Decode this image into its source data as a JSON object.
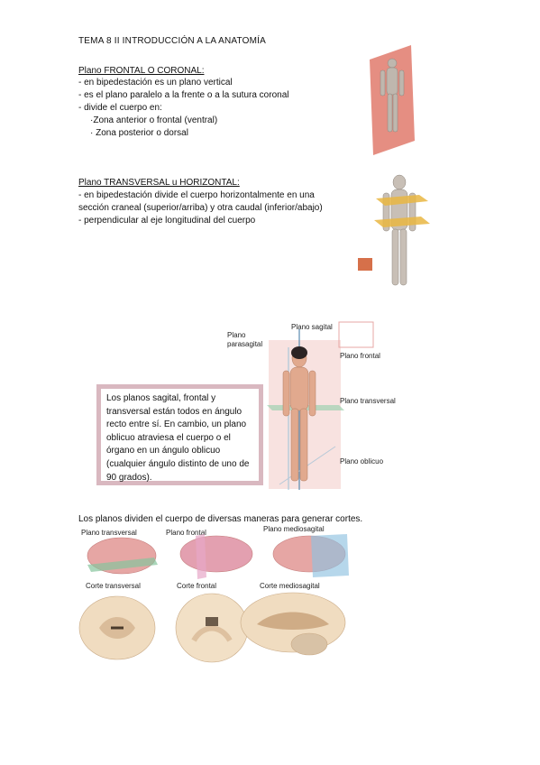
{
  "title": "TEMA 8 II INTRODUCCIÓN A LA ANATOMÍA",
  "frontal": {
    "heading": "Plano FRONTAL O CORONAL:",
    "lines": [
      "- en bipedestación es un plano vertical",
      "- es el plano paralelo a la frente  o a la sutura coronal",
      "- divide el cuerpo en:",
      "  ·Zona anterior o frontal (ventral)",
      "  · Zona posterior o dorsal"
    ]
  },
  "transversal": {
    "heading": "Plano TRANSVERSAL u HORIZONTAL:",
    "lines": [
      "- en bipedestación divide el cuerpo horizontalmente en una",
      "sección craneal (superior/arriba) y otra caudal (inferior/abajo)",
      "- perpendicular al eje longitudinal del cuerpo"
    ]
  },
  "planes_figure": {
    "labels": {
      "sagital": "Plano sagital",
      "parasagital": "Plano\nparasagital",
      "frontal": "Plano frontal",
      "transversal": "Plano transversal",
      "oblicuo": "Plano oblicuo"
    },
    "note": "Los planos sagital, frontal y transversal están todos en ángulo recto entre sí. En cambio, un plano oblicuo atraviesa  el cuerpo o el órgano en un ángulo oblicuo (cualquier ángulo distinto de uno de 90 grados)."
  },
  "cortes_caption": "Los planos dividen el cuerpo de diversas maneras para generar cortes.",
  "brain_labels": {
    "plano_transversal": "Plano transversal",
    "plano_frontal": "Plano frontal",
    "plano_mediosagital": "Plano mediosagital",
    "corte_transversal": "Corte transversal",
    "corte_frontal": "Corte frontal",
    "corte_mediosagital": "Corte mediosagital"
  }
}
